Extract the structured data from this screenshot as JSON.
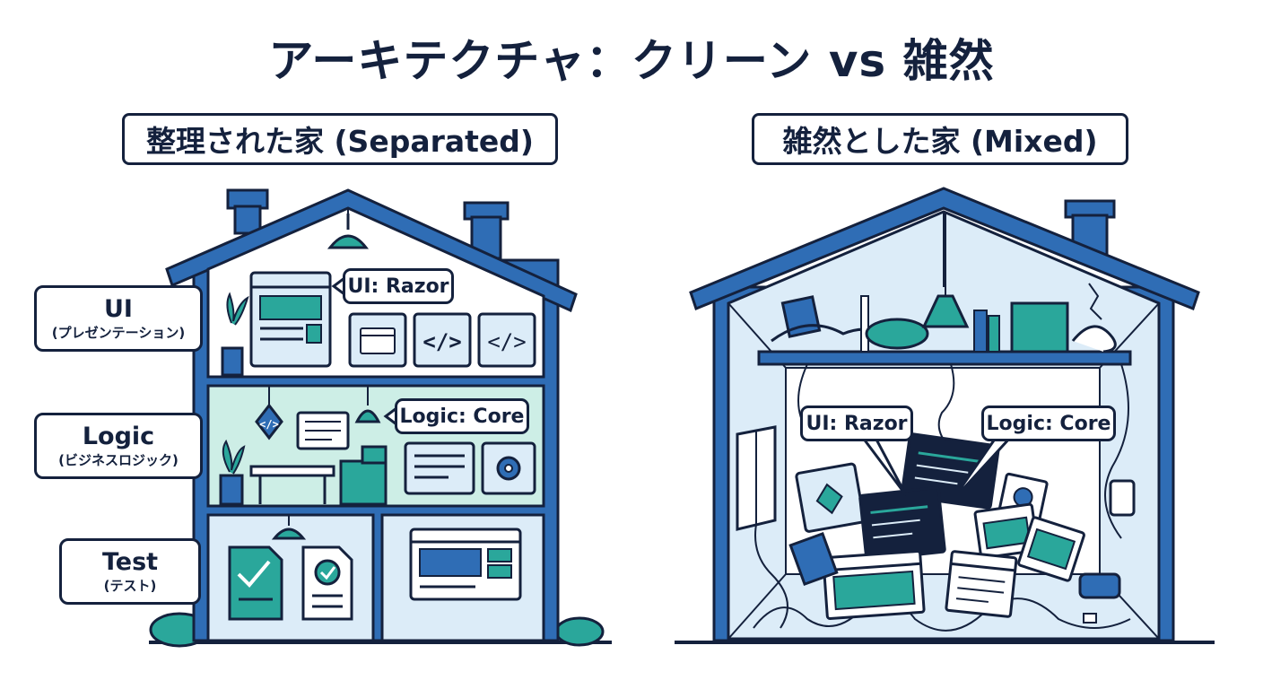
{
  "title": "アーキテクチャ：クリーン vs 雑然",
  "left_house": {
    "title": "整理された家 (Separated)",
    "layers": [
      {
        "name": "UI",
        "sub": "(プレゼンテーション)"
      },
      {
        "name": "Logic",
        "sub": "(ビジネスロジック)"
      },
      {
        "name": "Test",
        "sub": "(テスト)"
      }
    ],
    "callouts": {
      "ui": "UI: Razor",
      "logic": "Logic: Core"
    }
  },
  "right_house": {
    "title": "雑然とした家 (Mixed)",
    "callouts": {
      "ui": "UI: Razor",
      "logic": "Logic: Core"
    }
  },
  "colors": {
    "outline": "#14213d",
    "roof": "#2f6db5",
    "teal": "#2aa79b",
    "mint": "#cdeee6",
    "sky": "#dcecf8"
  }
}
